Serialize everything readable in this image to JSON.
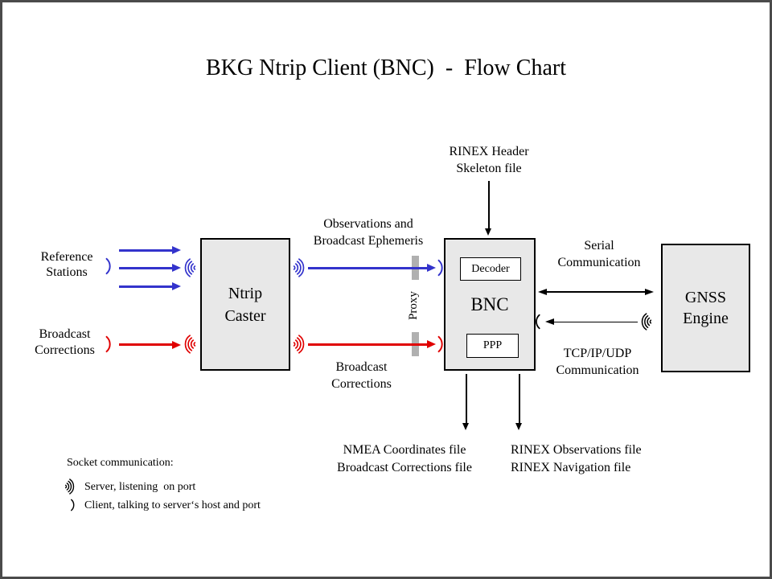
{
  "title": "BKG Ntrip Client (BNC)  -  Flow Chart",
  "boxes": {
    "ntrip_caster": [
      "Ntrip",
      "Caster"
    ],
    "bnc_label": "BNC",
    "decoder_label": "Decoder",
    "ppp_label": "PPP",
    "gnss_engine": [
      "GNSS",
      "Engine"
    ]
  },
  "labels": {
    "reference_stations": [
      "Reference",
      "Stations"
    ],
    "broadcast_corrections_left": [
      "Broadcast",
      "Corrections"
    ],
    "observations": [
      "Observations and",
      "Broadcast Ephemeris"
    ],
    "broadcast_corrections_mid": [
      "Broadcast",
      "Corrections"
    ],
    "rinex_header": [
      "RINEX Header",
      "Skeleton file"
    ],
    "serial": [
      "Serial",
      "Communication"
    ],
    "tcp": [
      "TCP/IP/UDP",
      "Communication"
    ],
    "proxy": "Proxy",
    "nmea_files": [
      "NMEA Coordinates file",
      "Broadcast Corrections file"
    ],
    "rinex_files": [
      "RINEX Observations file",
      "RINEX Navigation file"
    ]
  },
  "legend": {
    "heading": "Socket communication:",
    "server": "Server, listening  on port",
    "client": "Client, talking to server‘s host and port"
  },
  "colors": {
    "arrow_blue": "#3333cc",
    "arrow_red": "#e00000",
    "node_fill": "#e8e8e8",
    "node_border": "#000000",
    "proxy_bar": "#b0b0b0",
    "frame_border": "#4b4b4b"
  }
}
